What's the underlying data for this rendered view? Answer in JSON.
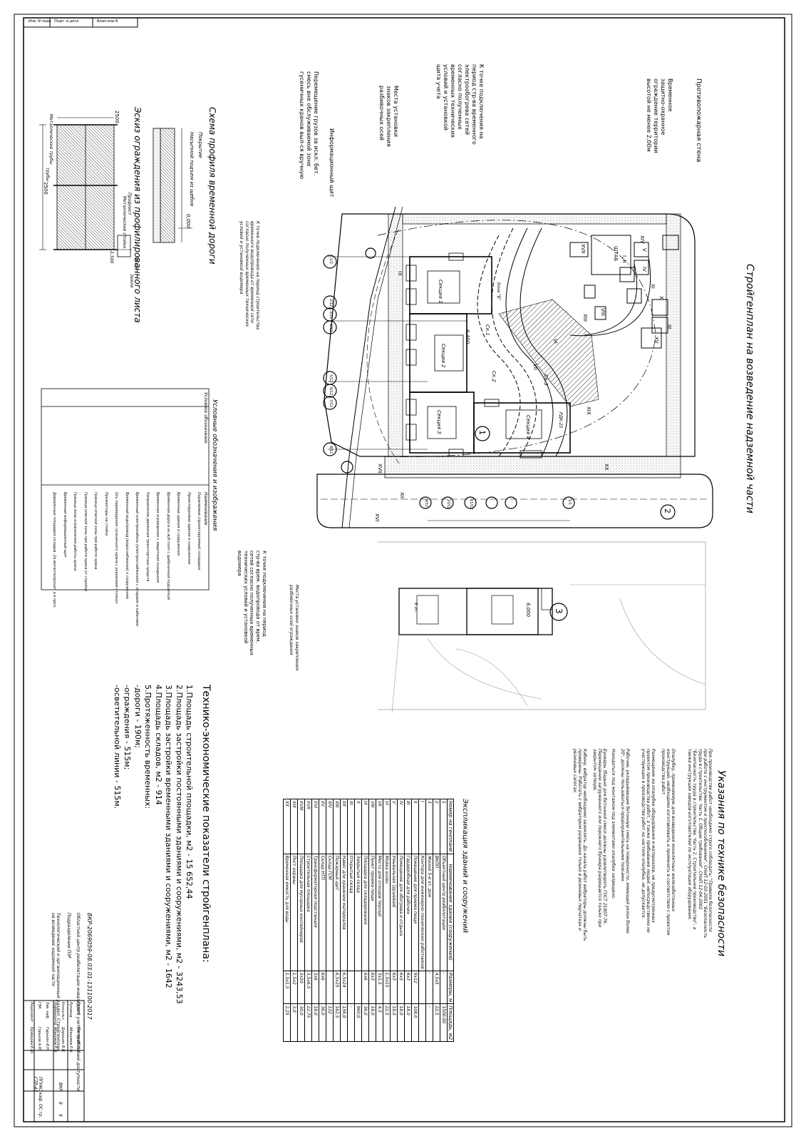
{
  "stamp_cells": [
    "Инв. N подл.",
    "Подп. и дата",
    "Взам.инв.N"
  ],
  "main_title": "Стройгенплан на возведение надземной части",
  "plan_callouts": {
    "fire_wall": "Противопожарная стена",
    "fence": "Временное\nзащитно-охранное\nограждение территории\nвысотой не менее 2,00м",
    "power_connection": "К точке подключения на\nпериод стр-ва временного\nэлектрообогрева сетей\nсогласно полученных\nвременных технических\nусловий и установкой\nщита учета",
    "info_board": "Информационный щит",
    "survey_marks": "Места установки\nзнаков закрепления\nразбивочных осей",
    "cargo_move": "Перемещение грузов за искл. бет.\nсмесь вне обслуживаемой зоне\nгусеничных кранов выл-ся вручную",
    "heat_connection": "К точке подключения на период строительства\nвременного водопровода от временной сети\nсогласно полученных временных технических\nусловий и установкой водомера",
    "water_connection": "К точке подключения на период\nстр-ва врем. водопровода от врем.\nсетей согласно полученных временных\nтехнических условий и установкой\nводомера",
    "axis_marks_2": "Места установки знаков закрепления\nразбивочных осей ограждения"
  },
  "plan_labels": {
    "section_1": "Секция 1",
    "section_2": "Секция 2",
    "section_3": "Секция 3",
    "section_4": "Секция 4",
    "headquarters": "ШТАБ",
    "zone_label": "Зона \"Б\"",
    "crane_1": "Ск.1",
    "crane_2": "Ск.2",
    "crane_3": "Ск.3",
    "crane_4": "РДК-25",
    "level_mark_1": "6,400",
    "level_mark_2": "6,000",
    "circle_1": "1",
    "circle_2": "2",
    "circle_3": "3",
    "floors_label": "6 эт.",
    "roman": [
      "I, II",
      "III",
      "IV",
      "V",
      "VI",
      "VII",
      "VIII",
      "IX",
      "X",
      "XI",
      "XII",
      "XIII",
      "XIV",
      "XV",
      "XVI",
      "XVII",
      "XVIII",
      "XIX",
      "XX"
    ],
    "axis_bubbles": [
      "1/2",
      "2/12",
      "3/12",
      "4/12",
      "5/12",
      "6/12",
      "7/12",
      "8/12",
      "9/12",
      "10/12",
      "11/12",
      "1/1"
    ]
  },
  "road_profile": {
    "title": "Схема профиля временной дороги",
    "layer_label": "Покрытие",
    "layer_desc": "Насыпной подъем из щебня",
    "mark": "0,000"
  },
  "fence_sketch": {
    "title": "Эскиз ограждения из профилированного листа",
    "dim_top": "2500",
    "dim_side": "2500",
    "label_profile": "Профлист",
    "label_pipes": "Металлические трубы",
    "label_post": "Металлические стойки",
    "label_concrete": "бетон",
    "label_depth": "-1,500",
    "label_ground": "Земля",
    "label_pipes2": "трубы"
  },
  "legend": {
    "title": "Условные обозначения и изображения",
    "header_symbol": "Условное обозначение",
    "header_name": "Наименование",
    "rows": [
      "Охраняемые (проектируемые) площадки",
      "Проектируемые здания и сооружения",
      "Временные здания и сооружения",
      "Временная дорога из ж/б плит с щебеночной подсыпкой",
      "Временная ограждение с защитным козырьком",
      "Направление движения транспортных средств",
      "Временный электрокабель (электроснабжение) с опорами и кабелями",
      "Временный водопровод (водоснабжение) к сооружению",
      "Ось перемещения гусеничного крана с указанием стоянок",
      "Прожекторы на стойке",
      "Граница опасной зоны при работе крана",
      "Граница опасной зоны при работе крана от стройки",
      "Граница зоны ограничения работы крана",
      "Временный информационный щит",
      "Деревянные площадки складов -2а металлопрокат, а в проч."
    ]
  },
  "tep": {
    "title": "Технико-экономические показатели стройгенплана:",
    "items": [
      "1.Площадь строительной площадки, м2 - 15 652,44",
      "2.Площадь застройки постоянными зданиями и сооружениями, м2 - 3243,53",
      "3.Площадь застройки временными зданиями и сооружениями, м2 - 1642",
      "4.Площадь складов, м2 - 914",
      "5.Протяженность временных:",
      "-дороги - 190м;",
      "-ограждения - 515м;",
      "-осветительной линии - 515м."
    ]
  },
  "safety": {
    "title": "Указания по технике безопасности",
    "paragraphs": [
      "При производстве работ необходимо строго соблюдать: \"Правила безопасности при работе с инструментом и приспособлениями\", СНиП 12-03-2001 \"Безопасность труда в строительстве. Часть 1. Общие требования\", СНиП 12-04-2002 \"Безопасность труда в строительстве. Часть 2. Строительное производство\", а также инструкции заводов-изготовителей по эксплуатации оборудования.",
      "Опалубку, применяемую для возведения монолитных железобетонных конструкций, необходимо изготавливать и применять в соответствии с проектом производства работ.",
      "Размещение на опалубке оборудования и материалов, не предусмотренных проектом производства работ, а также пребывание людей, непосредственно не участвующих в производстве работ на настиле опалубки, не допускается.",
      "Рабочие, укладывающие бетонную смесь на поверхности, имеющей уклон более 20°, должны пользоваться предохранительными поясами.",
      "Находиться под монтажом под элементами опалубки запрещено.",
      "Бункеры (бадьи) для бетонной смеси должны удовлетворять ГОСТ 21807-76. Перемещение загруженного или порожнего бункера разрешается только при закрытом затворе.",
      "Кабину, вибратор необходимо заземлять. До начала работ вибраторы должны быть проверены. Работать с вибратором разрешено только в резиновых перчатках и резиновых сапогах."
    ]
  },
  "explication": {
    "title": "Экспликация зданий и сооружений",
    "headers": [
      "Номер на генплане",
      "Наименование здания (сооружения)",
      "Размеры, м",
      "Площадь, м2"
    ],
    "rows": [
      [
        "1",
        "Объектный центр реабилитации",
        "-",
        "1500,00"
      ],
      [
        "2",
        "ВКПП",
        "4,5х5",
        "22,5"
      ],
      [
        "3",
        "Жилой 5-и эт. дом",
        "-",
        "-"
      ],
      [
        "I",
        "Контора для инженерно-технических работников",
        "",
        ""
      ],
      [
        "II",
        "Помещение для приема пищи",
        "9х12",
        "108,0"
      ],
      [
        "III",
        "Гардеробная для рабочих",
        "6х3",
        "18,0"
      ],
      [
        "IV",
        "Помещение для обогрева и отдыха",
        "6х3",
        "18,0"
      ],
      [
        "V",
        "Умывальная (душевая)",
        "6х3",
        "18,0"
      ],
      [
        "VI",
        "Мойка колес",
        "1,5х15",
        "22,5"
      ],
      [
        "VII",
        "Место для отходов (мусор)",
        "3х1,5",
        "4,5"
      ],
      [
        "VIII",
        "Пункт приема пищи",
        "6х3",
        "18,0"
      ],
      [
        "IX",
        "Площадка для складирования",
        "6х6",
        "36,0"
      ],
      [
        "X",
        "Закрытый склад",
        "",
        "960,0"
      ],
      [
        "XI",
        "Открытый склад",
        "",
        "-"
      ],
      [
        "XII",
        "Навес для хранения материалов",
        "6,5х24",
        "156,0"
      ],
      [
        "XIII",
        "Пожарный щит",
        "6,5х25",
        "162,5"
      ],
      [
        "XIV",
        "Склад ГСМ",
        "",
        "132"
      ],
      [
        "XV",
        "Склад НТП",
        "6х6",
        "36,0"
      ],
      [
        "XVI",
        "Трансформаторная подстанция",
        "3х6",
        "18,0"
      ],
      [
        "XVII",
        "Строительная площадка",
        "3,5х6,5",
        "22,75"
      ],
      [
        "XVIII",
        "Площадка для мусорных контейнеров",
        "3х10",
        "30,0"
      ],
      [
        "XIX",
        "Пост охраны",
        "1,5х2",
        "3,0"
      ],
      [
        "XX",
        "Временная емкость для воды",
        "1,5х1,5",
        "2,25"
      ]
    ]
  },
  "titleblock": {
    "code": "ВКР-2069059-08.03.01-131100-2017",
    "object": "Областной центр реабилитации инвалидов с учетом требований доступности",
    "project": "Подразделение ПЗР",
    "sheet_title": "Технологический и организационный раздел. Стройгенплан на возведение надземной части",
    "stage": "ВКР",
    "sheet": "8",
    "sheets": "9",
    "org": "ПГУАС каф. ОС гр. СТР-42",
    "people": [
      [
        "Разраб.",
        "Малышев Н.И."
      ],
      [
        "Руковод.",
        "Абакумов Р.Н."
      ],
      [
        "Консульт.",
        "Дорошин В.И."
      ],
      [
        "Нормоконтр.",
        "Абакумов Р.Н."
      ],
      [
        "Зав. каф.",
        "Гарькин И.Н."
      ],
      [
        "ГЭК",
        "Горьков А.М."
      ],
      [
        "Рецензент",
        "Кривцова Е.Ю."
      ]
    ]
  }
}
